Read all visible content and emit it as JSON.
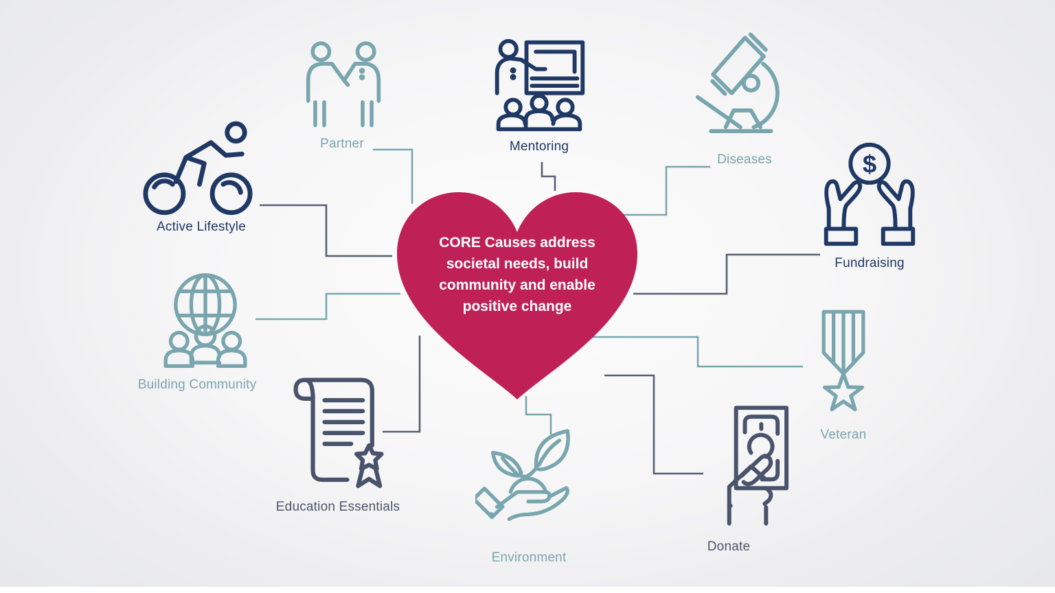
{
  "heart": {
    "lines": [
      "CORE Causes address",
      "societal needs, build",
      "community and enable",
      "positive change"
    ],
    "color": "#bf2156",
    "text_color": "#ffffff"
  },
  "palette": {
    "navy": "#1f3864",
    "teal": "#79a6ae",
    "slate": "#49536b",
    "connector_slate": "#555e72",
    "heart": "#bf2156",
    "background_center": "#fcfcfc",
    "background_edge": "#e6e7e9"
  },
  "nodes": [
    {
      "id": "active-lifestyle",
      "label": "Active Lifestyle",
      "icon": "cyclist-icon",
      "color": "navy"
    },
    {
      "id": "partner",
      "label": "Partner",
      "icon": "partners-icon",
      "color": "teal"
    },
    {
      "id": "mentoring",
      "label": "Mentoring",
      "icon": "presentation-icon",
      "color": "navy"
    },
    {
      "id": "diseases",
      "label": "Diseases",
      "icon": "microscope-icon",
      "color": "teal"
    },
    {
      "id": "fundraising",
      "label": "Fundraising",
      "icon": "hands-coin-icon",
      "color": "navy"
    },
    {
      "id": "veteran",
      "label": "Veteran",
      "icon": "medal-icon",
      "color": "teal"
    },
    {
      "id": "donate",
      "label": "Donate",
      "icon": "hand-money-icon",
      "color": "slate"
    },
    {
      "id": "environment",
      "label": "Environment",
      "icon": "hand-plant-icon",
      "color": "teal"
    },
    {
      "id": "education-essentials",
      "label": "Education Essentials",
      "icon": "certificate-scroll-icon",
      "color": "slate"
    },
    {
      "id": "building-community",
      "label": "Building Community",
      "icon": "globe-people-icon",
      "color": "teal"
    }
  ],
  "coin_symbol": "$"
}
